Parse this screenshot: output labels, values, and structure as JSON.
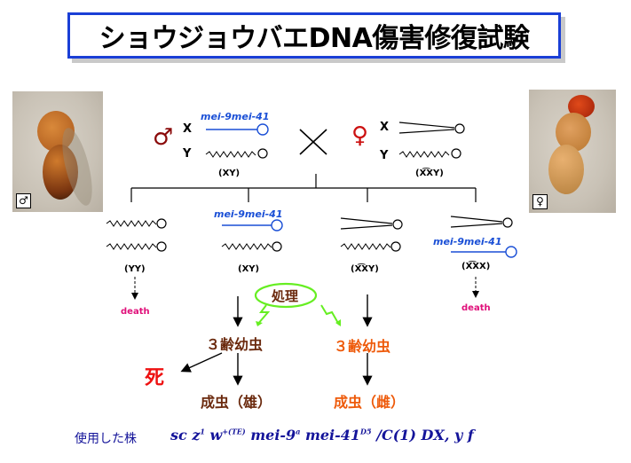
{
  "title": "ショウジョウバエDNA傷害修復試験",
  "photos": {
    "male_sex": "♂",
    "female_sex": "♀"
  },
  "parents": {
    "male_symbol": "♂",
    "female_symbol": "♀",
    "cross_symbol": "×",
    "male_x_label": "X",
    "male_y_label": "Y",
    "female_x_label": "X",
    "female_y_label": "Y",
    "male_gene": "mei-9mei-41",
    "male_genotype": "(XY)",
    "female_genotype": "(X͡XY)"
  },
  "offspring": [
    {
      "genotype": "(YY)",
      "gene": "",
      "fate": "death"
    },
    {
      "genotype": "(XY)",
      "gene": "mei-9mei-41",
      "fate": ""
    },
    {
      "genotype": "(X͡XY)",
      "gene": "",
      "fate": ""
    },
    {
      "genotype": "(X͡XX)",
      "gene": "mei-9mei-41",
      "fate": "death"
    }
  ],
  "treatment": "処理",
  "stages": {
    "larva_male": "３齢幼虫",
    "larva_female": "３齢幼虫",
    "death": "死",
    "adult_male": "成虫（雄）",
    "adult_female": "成虫（雌）"
  },
  "strain": {
    "label": "使用した株",
    "sc": "sc z",
    "sc_sup": "1",
    "w": " w",
    "w_sup": "+(TE)",
    "mei9": " mei-9",
    "mei9_sup": "a",
    "mei41": " mei-41",
    "mei41_sup": "D5",
    "rest": " /C(1) DX, y f"
  },
  "colors": {
    "gene_line": "#1a4fd6",
    "title_border": "#1a3fd6",
    "death_text": "#e0107a",
    "treatment_ellipse": "#66ee22",
    "larva_male": "#6b2a0e",
    "larva_female": "#ee5a0a"
  }
}
